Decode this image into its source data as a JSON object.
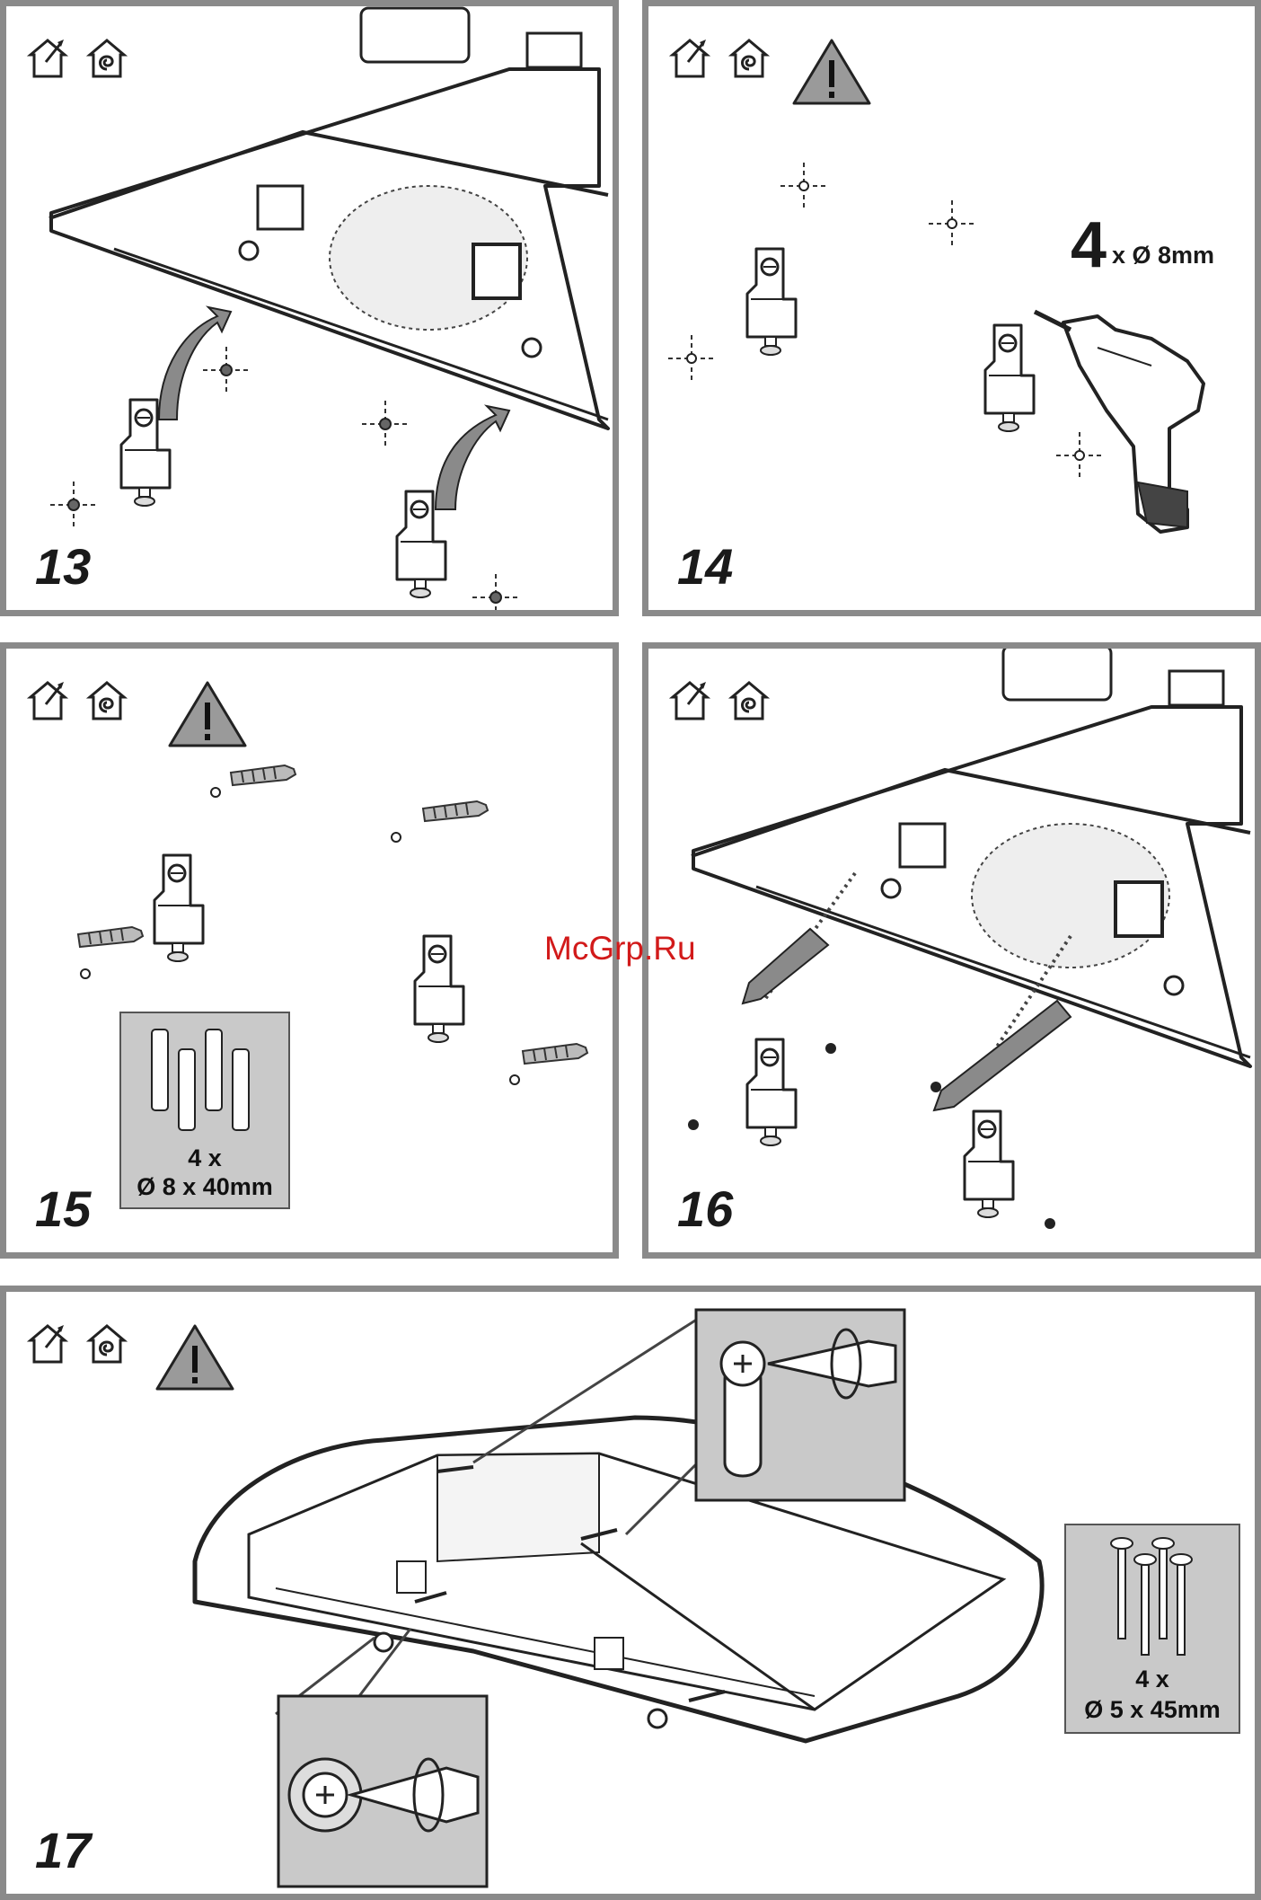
{
  "panels": [
    {
      "step": "13"
    },
    {
      "step": "14",
      "drill_count": "4",
      "drill_size": "x Ø 8mm"
    },
    {
      "step": "15",
      "parts_count": "4 x",
      "parts_size": "Ø 8 x 40mm"
    },
    {
      "step": "16"
    },
    {
      "step": "17",
      "parts_count": "4 x",
      "parts_size": "Ø 5 x 45mm"
    }
  ],
  "watermark": "McGrp.Ru",
  "icons": [
    "house-drill-icon",
    "house-spiral-icon",
    "warning-triangle-icon"
  ],
  "colors": {
    "border": "#8a8a8a",
    "arrow": "#7a7a7a",
    "parts_bg": "#c9c9c9",
    "watermark": "#d21a1a"
  }
}
